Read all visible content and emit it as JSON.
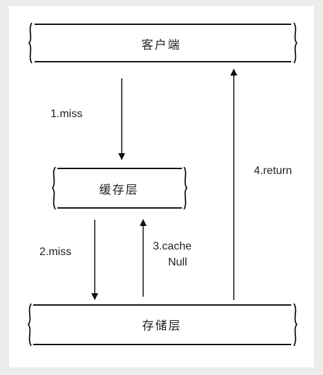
{
  "nodes": {
    "client": {
      "label": "客户端"
    },
    "cache": {
      "label": "缓存层"
    },
    "storage": {
      "label": "存储层"
    }
  },
  "edges": {
    "miss1": {
      "label": "1.miss"
    },
    "miss2": {
      "label": "2.miss"
    },
    "cache_null": {
      "line1": "3.cache",
      "line2": "Null"
    },
    "return4": {
      "label": "4.return"
    }
  }
}
